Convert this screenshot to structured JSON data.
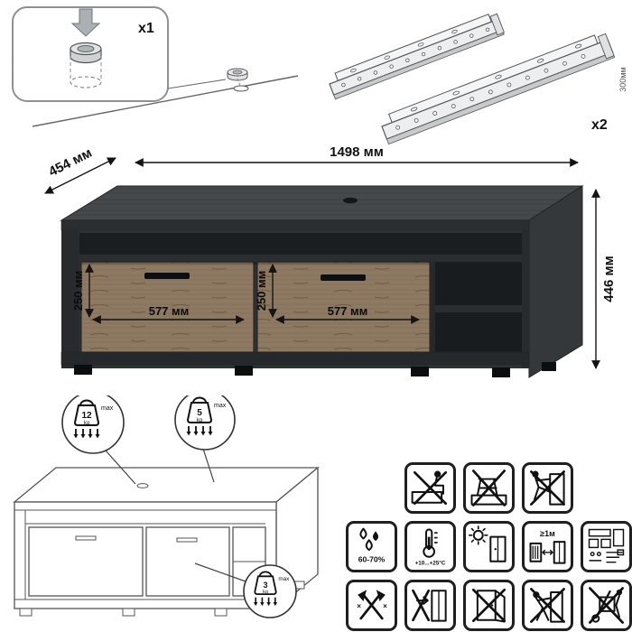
{
  "hardware": {
    "cam_cover_qty": "x1",
    "slides_qty": "x2",
    "slides_length": "300мм"
  },
  "dimensions": {
    "width": "1498 мм",
    "depth": "454 мм",
    "height": "446 мм",
    "drawer_left_width": "577 мм",
    "drawer_right_width": "577 мм",
    "drawer_left_height": "250 мм",
    "drawer_right_height": "250 мм"
  },
  "load_limits": {
    "top": {
      "value": "12",
      "unit": "kg",
      "note": "max"
    },
    "shelf": {
      "value": "5",
      "unit": "kg",
      "note": "max"
    },
    "drawer": {
      "value": "3",
      "unit": "kg",
      "note": "max"
    }
  },
  "care": {
    "humidity": "60-70%",
    "temperature": "+10...+25°С",
    "min_distance": "≥1м"
  },
  "colors": {
    "body_dark": "#34383b",
    "body_edge": "#2b2e30",
    "interior": "#1b1e20",
    "wood": "#8e7962",
    "wood_grain": "#6f5b45",
    "outline": "#111111"
  }
}
